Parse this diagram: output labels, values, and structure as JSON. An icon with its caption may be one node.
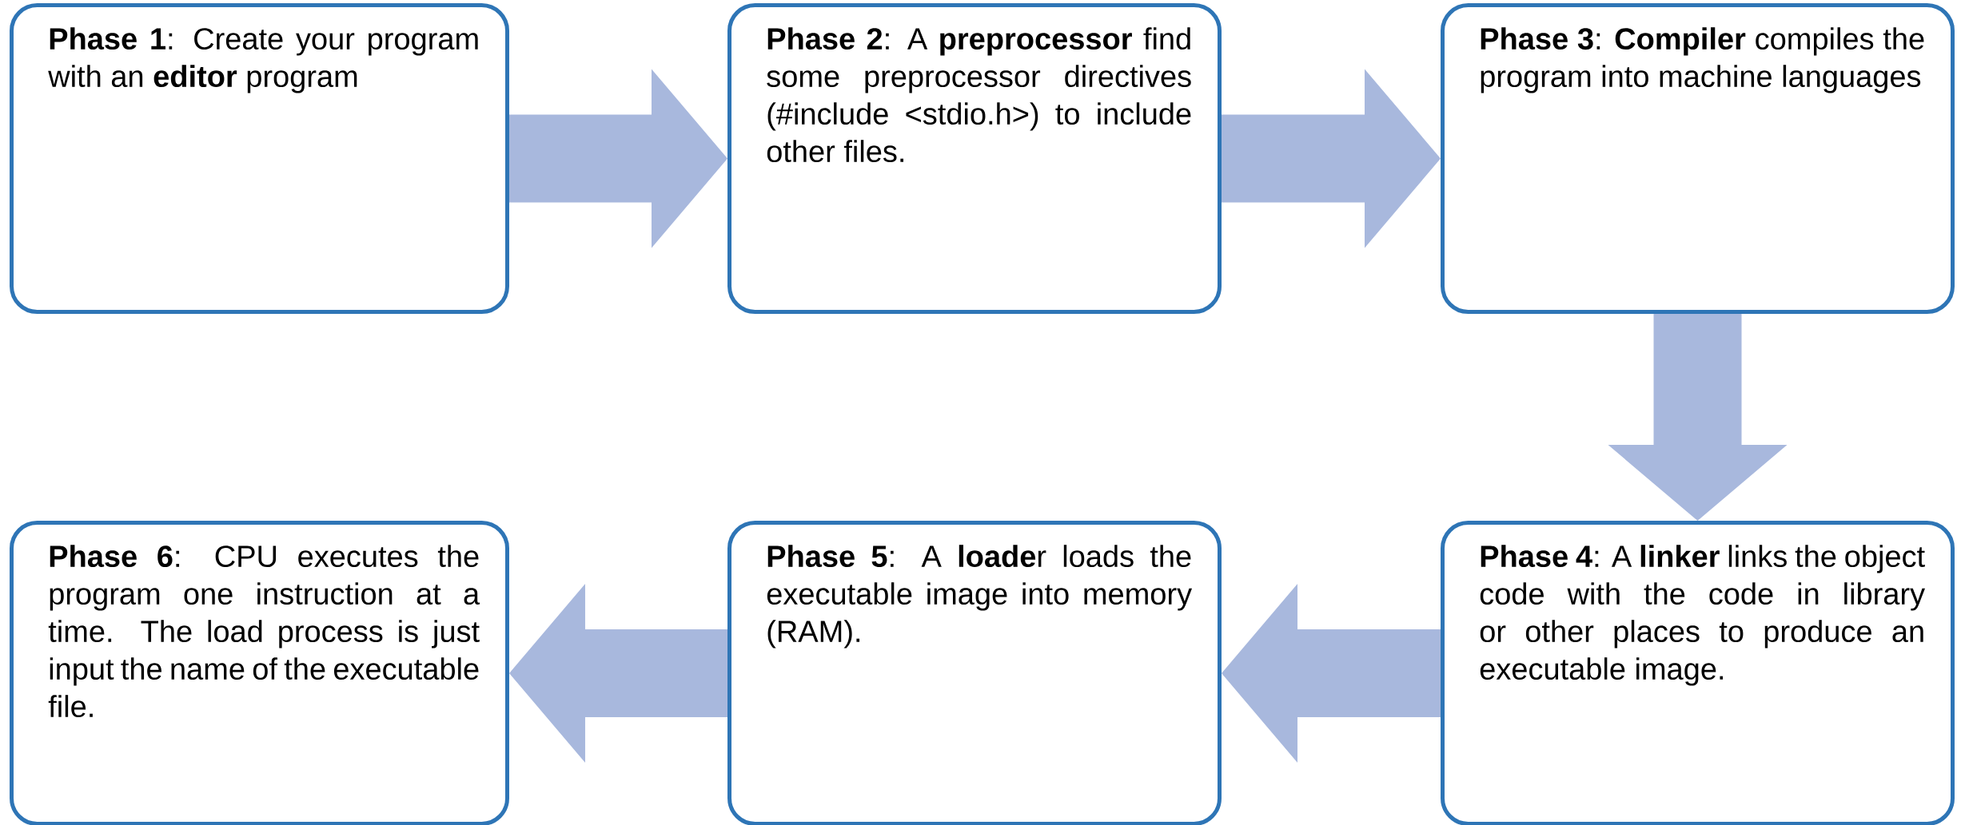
{
  "diagram": {
    "nodes": [
      {
        "text": [
          "**Phase 1**: Create your program with an **editor** program"
        ]
      },
      {
        "text": [
          "**Phase 2**: A **preprocessor** find some preprocessor directives (#include <stdio.h>) to include other files."
        ]
      },
      {
        "text": [
          "**Phase 3**: **Compiler** compiles the program into machine languages"
        ]
      },
      {
        "text": [
          "**Phase 4**: A **linker** links the object code with the code in library or other places to produce an executable image."
        ]
      },
      {
        "text": [
          "**Phase 5**: A **loade**r loads the executable image into memory (RAM)."
        ]
      },
      {
        "text": [
          "**Phase 6**: CPU executes the program one instruction at a time. The load process is just input the name of the executable file."
        ]
      }
    ],
    "edges": [
      {
        "from": 0,
        "to": 1,
        "arrow": "to"
      },
      {
        "from": 1,
        "to": 2,
        "arrow": "to"
      },
      {
        "from": 2,
        "to": 3,
        "arrow": "to"
      },
      {
        "from": 3,
        "to": 4,
        "arrow": "to"
      },
      {
        "from": 4,
        "to": 5,
        "arrow": "to"
      }
    ]
  }
}
